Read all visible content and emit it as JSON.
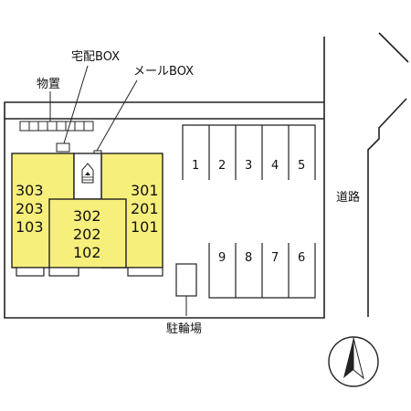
{
  "labels": {
    "storage": "物置",
    "delivery_box": "宅配BOX",
    "mail_box": "メールBOX",
    "road": "道路",
    "bicycle_parking": "駐輪場"
  },
  "units": {
    "left": [
      "303",
      "203",
      "103"
    ],
    "center": [
      "302",
      "202",
      "102"
    ],
    "right": [
      "301",
      "201",
      "101"
    ]
  },
  "parking": {
    "top_row": [
      "1",
      "2",
      "3",
      "4",
      "5"
    ],
    "bottom_row": [
      "9",
      "8",
      "7",
      "6"
    ]
  },
  "colors": {
    "building_fill": "#f7ef7c",
    "line": "#222222",
    "background": "#ffffff"
  },
  "icons": {
    "compass": "north-arrow-icon",
    "stairs": "stairs-icon"
  }
}
